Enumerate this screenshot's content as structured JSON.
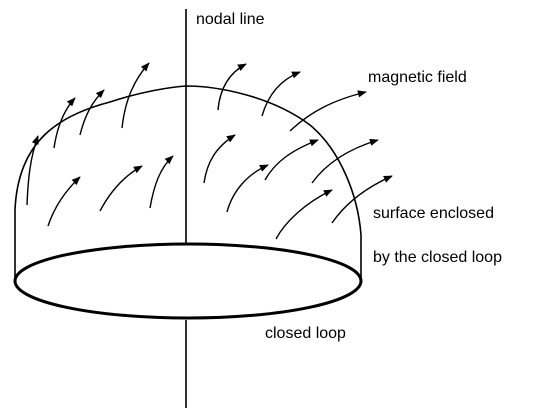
{
  "labels": {
    "nodal_line": "nodal line",
    "magnetic_field": "magnetic field",
    "surface_line1": "surface enclosed",
    "surface_line2": "by the closed loop",
    "closed_loop": "closed loop"
  },
  "colors": {
    "ink": "#000000",
    "background": "#ffffff"
  }
}
